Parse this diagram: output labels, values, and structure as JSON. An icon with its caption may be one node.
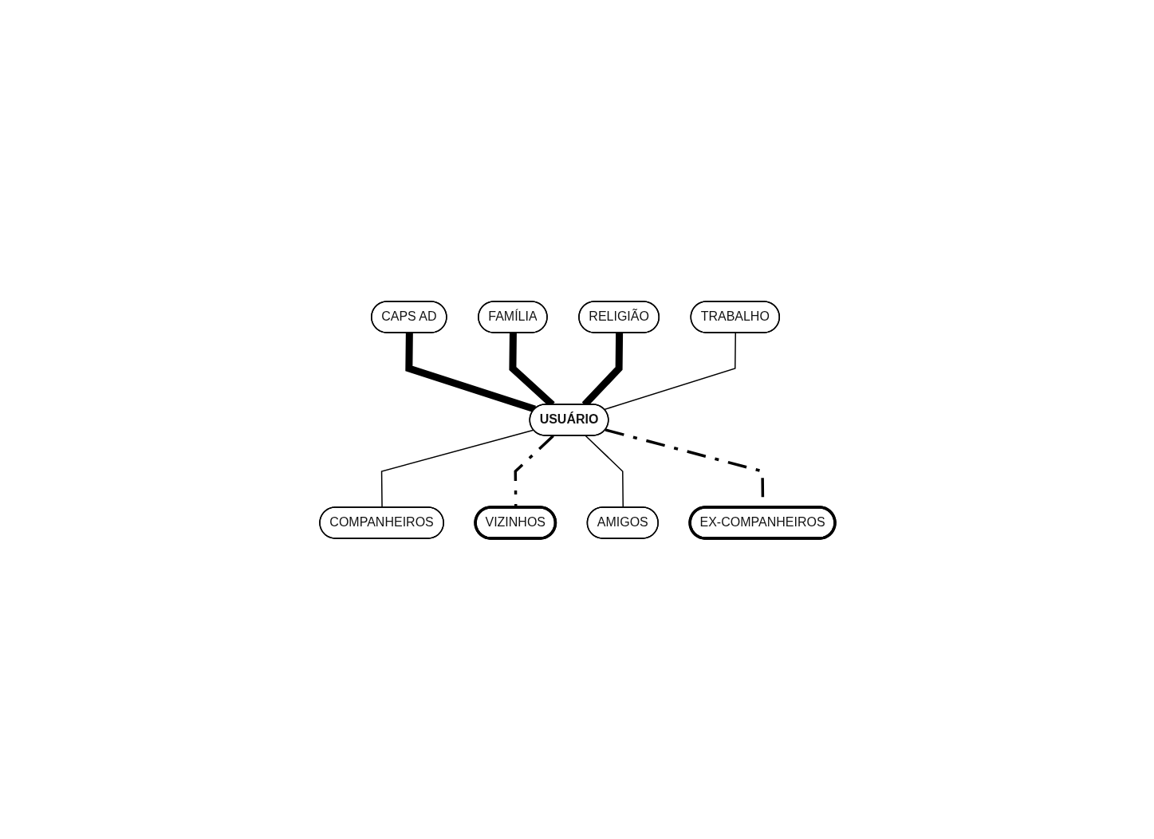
{
  "diagram": {
    "nodes": [
      {
        "text": [
          "FAMÍLIA"
        ]
      },
      {
        "text": [
          "RELIGIÃO"
        ]
      },
      {
        "text": [
          "CAPS AD"
        ]
      },
      {
        "text": [
          "TRABALHO"
        ]
      },
      {
        "text": [
          "USUÁRIO"
        ]
      },
      {
        "text": [
          "COMPANHEIROS"
        ]
      },
      {
        "text": [
          "VIZINHOS"
        ]
      },
      {
        "text": [
          "AMIGOS"
        ]
      },
      {
        "text": [
          "EX-COMPANHEIROS"
        ]
      }
    ],
    "edges": [
      {
        "from": 2,
        "to": 4,
        "arrow": "none",
        "style": "thick"
      },
      {
        "from": 0,
        "to": 4,
        "arrow": "none",
        "style": "thick"
      },
      {
        "from": 1,
        "to": 4,
        "arrow": "none",
        "style": "thick"
      },
      {
        "from": 3,
        "to": 4,
        "arrow": "none"
      },
      {
        "from": 4,
        "to": 5,
        "arrow": "none"
      },
      {
        "from": 4,
        "to": 6,
        "arrow": "none",
        "style": "dashed"
      },
      {
        "from": 4,
        "to": 7,
        "arrow": "none"
      },
      {
        "from": 4,
        "to": 8,
        "arrow": "none",
        "style": "dashed"
      }
    ]
  }
}
